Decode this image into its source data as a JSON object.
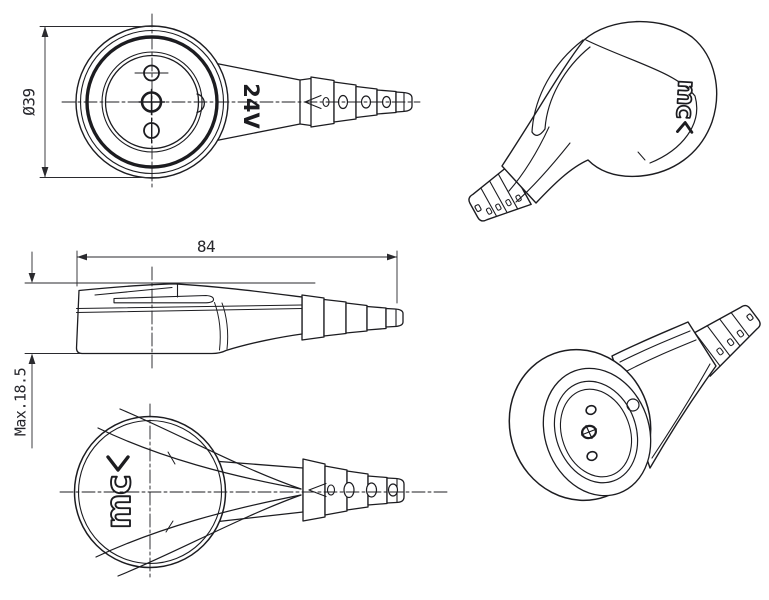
{
  "drawing_type": "technical-drawing",
  "labels": {
    "diameter": "Ø39",
    "voltage": "24V",
    "length": "84",
    "max_height": "Max.18.5"
  },
  "brand": {
    "logo_text_rear": "mc",
    "logo_text_iso": "mc"
  },
  "colors": {
    "background": "#ffffff",
    "line": "#1c1c20",
    "dimension_line": "#2a2a2e"
  }
}
